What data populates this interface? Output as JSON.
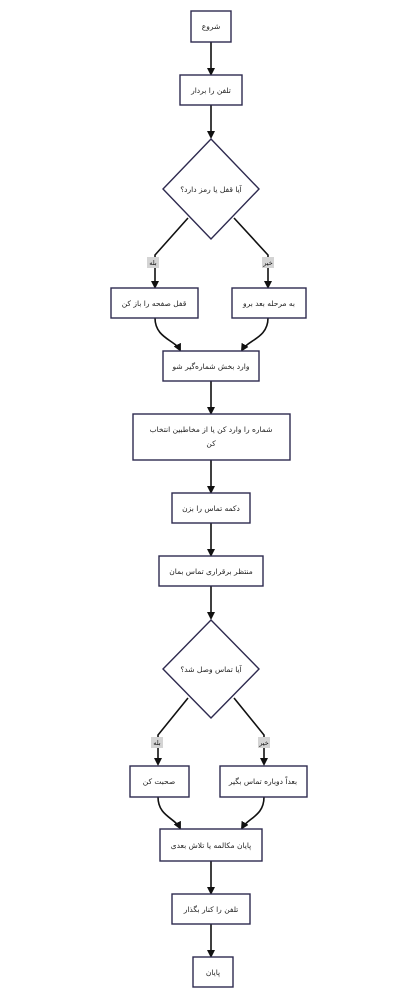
{
  "nodes": {
    "start": "شروع",
    "pickup": "تلفن را بردار",
    "has_lock": "آیا قفل یا رمز دارد؟",
    "unlock": "قفل صفحه را باز کن",
    "go_next": "به مرحله بعد برو",
    "open_dialer": "وارد بخش شماره‌گیر شو",
    "enter_number_l1": "شماره را وارد کن یا از مخاطبین انتخاب",
    "enter_number_l2": "کن",
    "press_call": "دکمه تماس را بزن",
    "wait": "منتظر برقراری تماس بمان",
    "connected": "آیا تماس وصل شد؟",
    "talk": "صحبت کن",
    "retry": "بعداً دوباره تماس بگیر",
    "end_call": "پایان مکالمه یا تلاش بعدی",
    "hang_up": "تلفن را کنار بگذار",
    "end": "پایان"
  },
  "edge_labels": {
    "lock_yes": "بله",
    "lock_no": "خیر",
    "conn_yes": "بله",
    "conn_no": "خیر"
  }
}
